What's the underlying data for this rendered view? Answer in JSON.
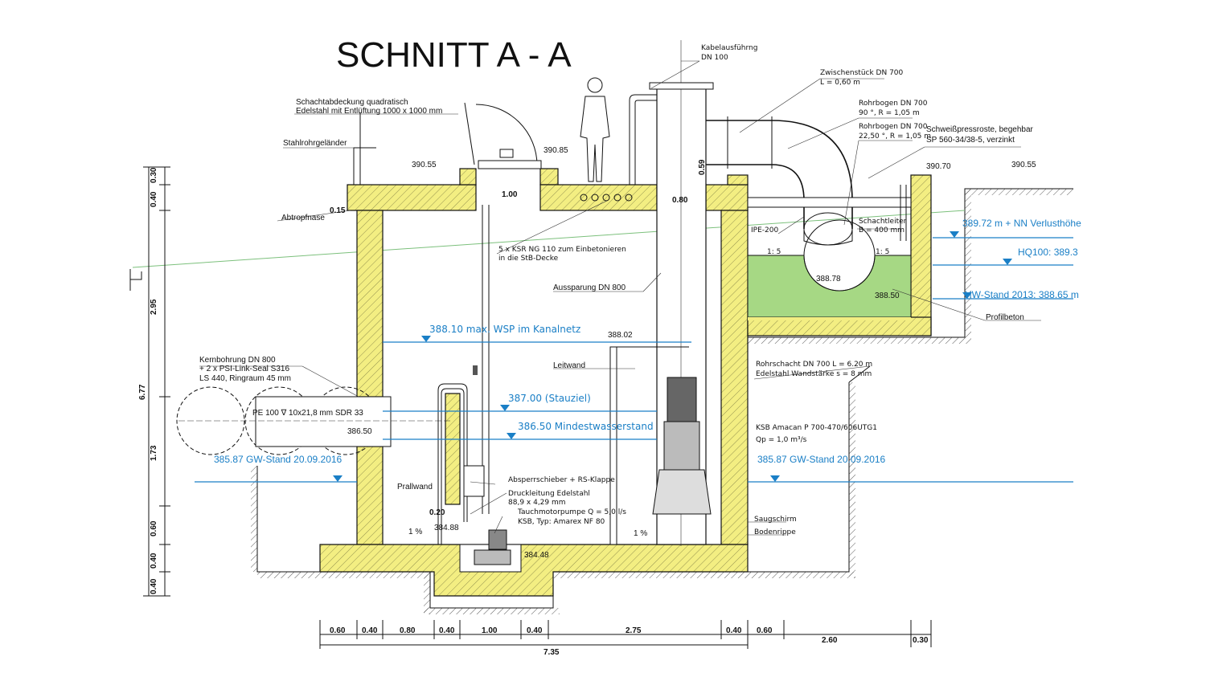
{
  "title": "SCHNITT A - A",
  "colors": {
    "concrete": "#f3ee82",
    "green": "#a6d884",
    "water": "#1a7fc6",
    "line": "#111111"
  },
  "labels": {
    "kabel1": "Kabelausführng",
    "kabel2": "DN 100",
    "zwisch1": "Zwischenstück DN 700",
    "zwisch2": "L = 0,60 m",
    "bogen1a": "Rohrbogen DN 700",
    "bogen1b": "90 °, R = 1,05 m",
    "bogen2a": "Rohrbogen DN 700",
    "bogen2b": "22,50 °, R = 1,05 m",
    "rost1": "Schweißpressroste, begehbar",
    "rost2": "SP 560-34/38-5, verzinkt",
    "abdeck1": "Schachtabdeckung quadratisch",
    "abdeck2": "Edelstahl mit Entlüftung 1000 x 1000 mm",
    "gelaender": "Stahlrohrgeländer",
    "abtropf": "Abtropfnase",
    "ksr1": "5 x KSR NG 110 zum Einbetonieren",
    "ksr2": "in die StB-Decke",
    "aussparung": "Aussparung DN 800",
    "ipe": "IPE-200",
    "leiter1": "Schachtleiter",
    "leiter2": "B = 400 mm",
    "verlust": "389.72 m + NN Verlusthöhe",
    "hq100": "HQ100: 389.3",
    "hw2013": "HW-Stand 2013: 388.65 m",
    "profilbeton": "Profilbeton",
    "wsp": "388.10 max. WSP  im Kanalnetz",
    "leitwand": "Leitwand",
    "rohrschacht1": "Rohrschacht DN 700 L = 6.20 m",
    "rohrschacht2": "Edelstahl Wandstärke s = 8 mm",
    "kern1": "Kernbohrung DN 800",
    "kern2": "+ 2 x PSI-Link-Seal S316",
    "kern3": "LS 440, Ringraum 45 mm",
    "stauziel": "387.00 (Stauziel)",
    "mindest": "386.50 Mindestwasserstand",
    "pe": "PE 100 ∇ 10x21,8 mm SDR 33",
    "ksb1": "KSB Amacan P 700-470/606UTG1",
    "ksb2": "Qp = 1,0 m³/s",
    "gw_left": "385.87 GW-Stand 20.09.2016",
    "gw_right": "385.87 GW-Stand 20.09.2016",
    "prallwand": "Prallwand",
    "absperr": "Absperrschieber + RS-Klappe",
    "druck1": "Druckleitung Edelstahl",
    "druck2": "88,9 x 4,29 mm",
    "tauch1": "Tauchmotorpumpe Q = 5,0 l/s",
    "tauch2": "KSB, Typ: Amarex NF 80",
    "saugschirm": "Saugschirm",
    "bodenrippe": "Bodenrippe",
    "slope1": "1 %",
    "slope2": "1 %",
    "slopeL": "1: 5",
    "slopeR": "1: 5"
  },
  "levels": {
    "l39085": "390.85",
    "l39055a": "390.55",
    "l39070": "390.70",
    "l39055b": "390.55",
    "l38878": "388.78",
    "l38850": "388.50",
    "l38802": "388.02",
    "l38650": "386.50",
    "l38488": "384.88",
    "l38448": "384.48"
  },
  "dims": {
    "d100": "1.00",
    "d080": "0.80",
    "d015": "0.15",
    "d059": "0.59",
    "d020": "0.20",
    "left_vertical": [
      "0.30",
      "0.40",
      "2.95",
      "1.73",
      "0.60",
      "0.40",
      "0.40"
    ],
    "left_total": "6.77",
    "bottom": [
      "0.60",
      "0.40",
      "0.80",
      "0.40",
      "1.00",
      "0.40",
      "2.75",
      "0.40",
      "0.60",
      "2.60",
      "0.30"
    ],
    "bottom_total": "7.35"
  }
}
